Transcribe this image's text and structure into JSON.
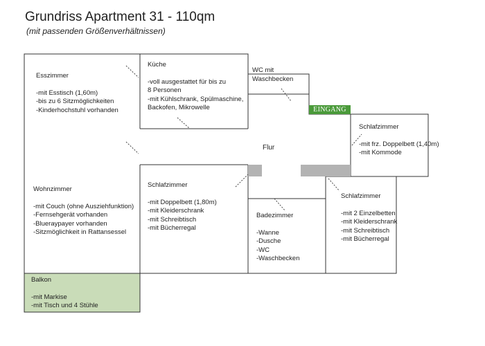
{
  "title": "Grundriss Apartment 31 - 110qm",
  "subtitle": "(mit passenden Größenverhältnissen)",
  "colors": {
    "balcony_fill": "#c9dcb8",
    "wall_stub_fill": "#b3b3b3",
    "entrance_fill": "#4a9a3a",
    "line": "#333333"
  },
  "entrance_label": "EINGANG",
  "rooms": {
    "esszimmer": {
      "name": "Esszimmer",
      "lines": [
        "-mit Esstisch (1,60m)",
        "-bis zu 6 Sitzmöglichkeiten",
        "-Kinderhochstuhl vorhanden"
      ]
    },
    "kueche": {
      "name": "Küche",
      "lines": [
        "-voll ausgestattet für bis zu",
        "8 Personen",
        "-mit Kühlschrank, Spülmaschine,",
        "Backofen, Mikrowelle"
      ]
    },
    "wc": {
      "name": "WC mit",
      "lines": [
        "Waschbecken"
      ]
    },
    "flur": {
      "name": "Flur"
    },
    "schlafzimmer_1": {
      "name": "Schlafzimmer",
      "lines": [
        "-mit frz. Doppelbett (1,40m)",
        "-mit Kommode"
      ]
    },
    "wohnzimmer": {
      "name": "Wohnzimmer",
      "lines": [
        "-mit Couch (ohne Ausziehfunktion)",
        "-Fernsehgerät vorhanden",
        "-Blueraypayer vorhanden",
        "-Sitzmöglichkeit in Rattansessel"
      ]
    },
    "schlafzimmer_2": {
      "name": "Schlafzimmer",
      "lines": [
        "-mit Doppelbett (1,80m)",
        "-mit Kleiderschrank",
        "-mit Schreibtisch",
        "-mit Bücherregal"
      ]
    },
    "badezimmer": {
      "name": "Badezimmer",
      "lines": [
        "-Wanne",
        "-Dusche",
        "-WC",
        "-Waschbecken"
      ]
    },
    "schlafzimmer_3": {
      "name": "Schlafzimmer",
      "lines": [
        "-mit 2 Einzelbetten",
        "-mit Kleiderschrank",
        "-mit Schreibtisch",
        "-mit Bücherregal"
      ]
    },
    "balkon": {
      "name": "Balkon",
      "lines": [
        "-mit Markise",
        "-mit Tisch und 4 Stühle"
      ]
    }
  }
}
